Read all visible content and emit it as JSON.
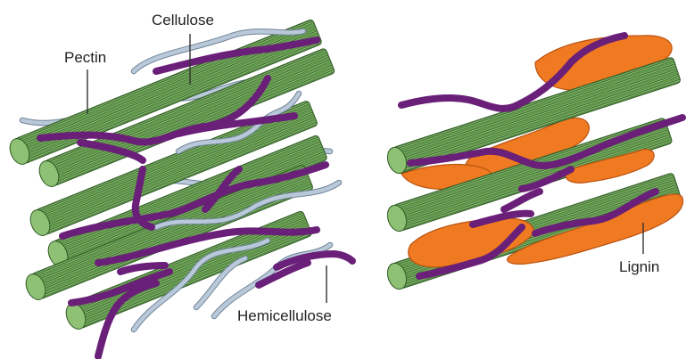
{
  "labels": {
    "cellulose": "Cellulose",
    "pectin": "Pectin",
    "hemicellulose": "Hemicellulose",
    "lignin": "Lignin"
  },
  "colors": {
    "cellulose_fill": "#5f9a4a",
    "cellulose_dark": "#2f5a25",
    "cellulose_light": "#8ec173",
    "hemicellulose": "#6a1f78",
    "pectin": "#b9c9d9",
    "lignin": "#f07a22"
  }
}
